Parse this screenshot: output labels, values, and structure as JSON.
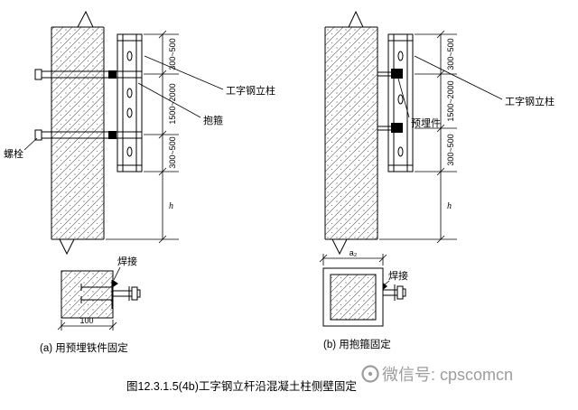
{
  "colors": {
    "background": "#ffffff",
    "line": "#000000",
    "watermark": "#9d9d9d"
  },
  "elevation_a": {
    "labels": {
      "column": "工字钢立柱",
      "hoop": "抱箍",
      "bolt": "螺栓"
    },
    "dims": {
      "top": "300~500",
      "middle": "1500~2000",
      "lower": "300~500",
      "height": "h"
    }
  },
  "elevation_b": {
    "labels": {
      "column": "工字钢立柱",
      "embed": "预埋件"
    },
    "dims": {
      "top": "300~500",
      "middle": "1500~2000",
      "lower": "300~500",
      "height": "h"
    }
  },
  "detail_a": {
    "weld": "焊接",
    "width_dim": "100",
    "caption": "(a) 用预埋铁件固定"
  },
  "detail_b": {
    "weld": "焊接",
    "top_dim": "a₂",
    "caption": "(b) 用抱箍固定"
  },
  "figure_caption": "图12.3.1.5(4b)工字钢立杆沿混凝土柱侧壁固定",
  "watermark": {
    "text": "微信号: cpscomcn"
  }
}
